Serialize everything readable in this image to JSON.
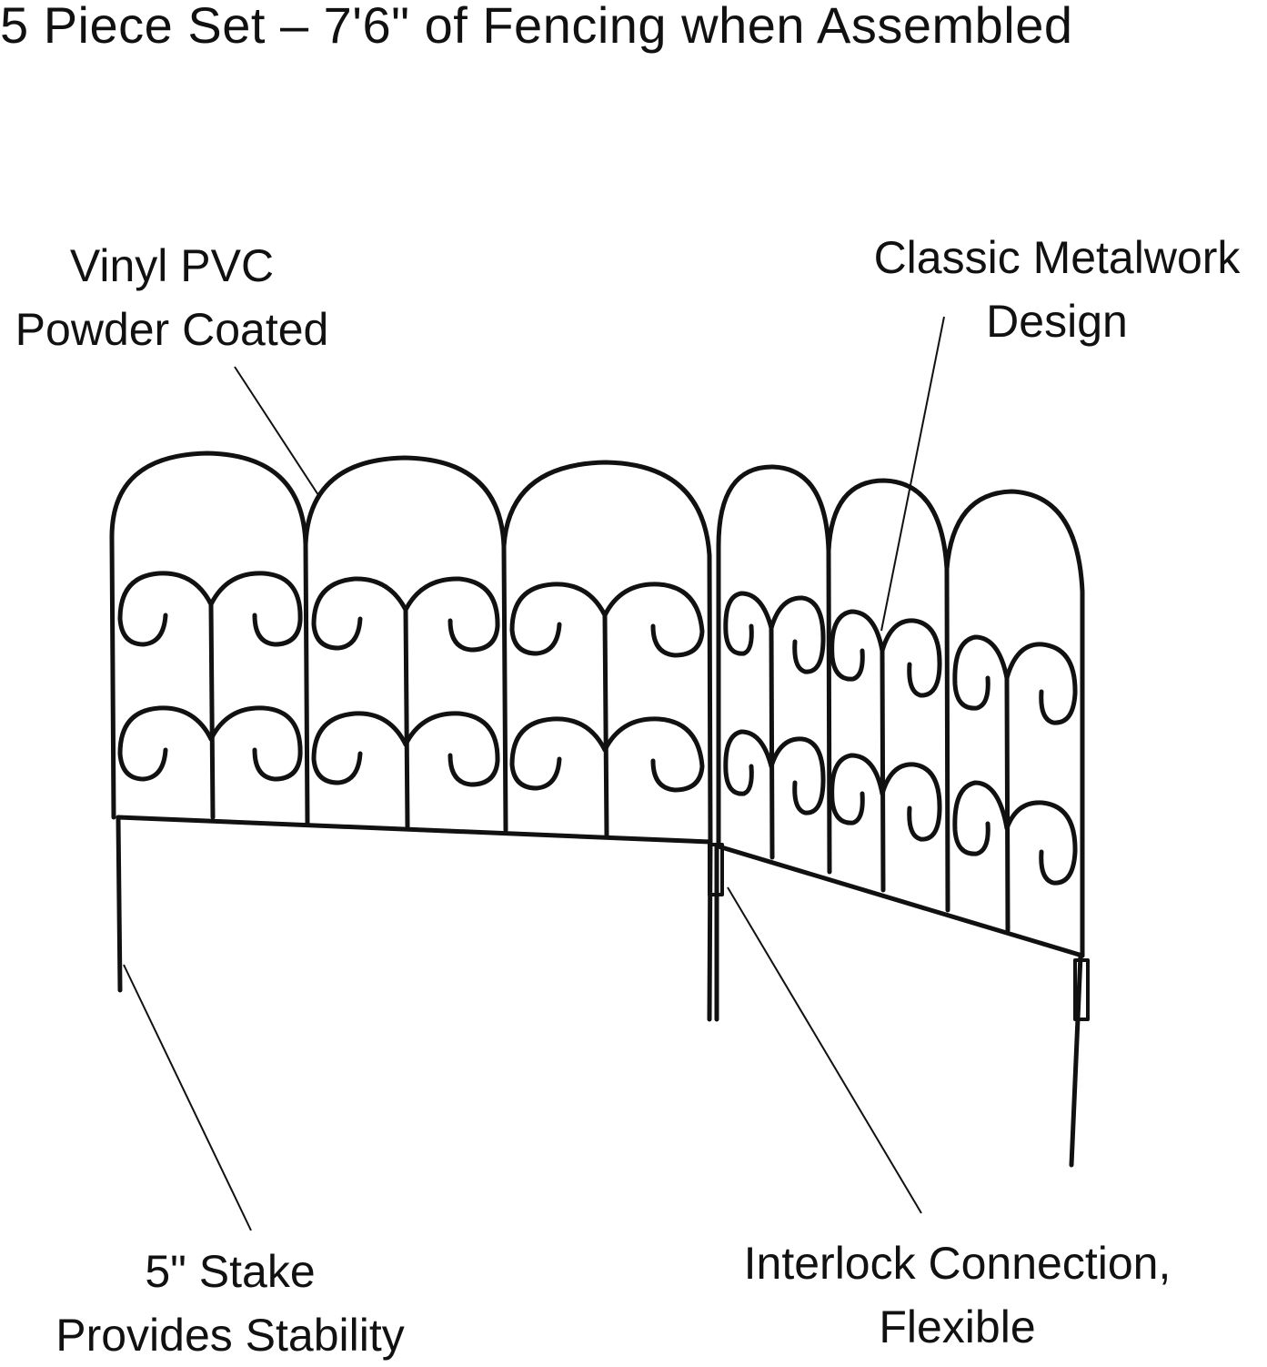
{
  "title": "5 Piece Set – 7'6\" of Fencing when Assembled",
  "callouts": {
    "vinyl": {
      "line1": "Vinyl PVC",
      "line2": "Powder Coated"
    },
    "metalwork": {
      "line1": "Classic Metalwork",
      "line2": "Design"
    },
    "stake": {
      "line1": "5\" Stake",
      "line2": "Provides Stability"
    },
    "interlock": {
      "line1": "Interlock Connection,",
      "line2": "Flexible"
    }
  },
  "colors": {
    "ink": "#111111",
    "background": "#ffffff"
  }
}
